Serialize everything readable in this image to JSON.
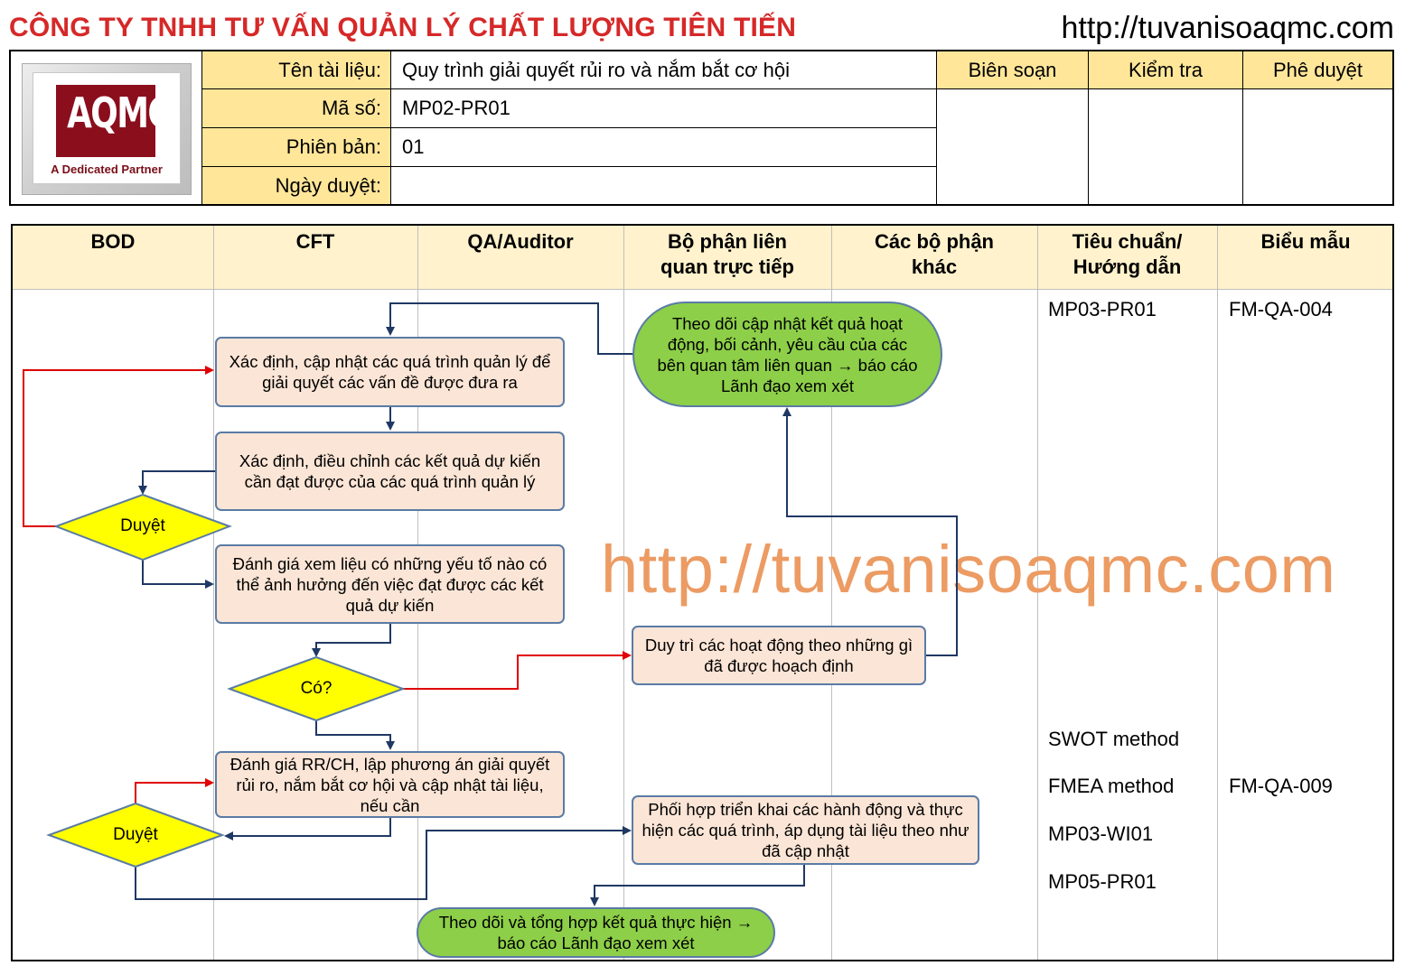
{
  "header": {
    "company_name": "CÔNG TY TNHH TƯ VẤN QUẢN LÝ CHẤT LƯỢNG TIÊN TIẾN",
    "website": "http://tuvanisoaqmc.com",
    "logo_text": "AQMC",
    "logo_tagline": "A Dedicated Partner"
  },
  "doc_info": {
    "title_label": "Tên tài liệu:",
    "title_value": "Quy trình giải quyết rủi ro và nắm bắt cơ hội",
    "code_label": "Mã số:",
    "code_value": "MP02-PR01",
    "version_label": "Phiên bản:",
    "version_value": "01",
    "date_label": "Ngày duyệt:",
    "date_value": ""
  },
  "signoff": {
    "prepared": "Biên soạn",
    "checked": "Kiểm tra",
    "approved": "Phê duyệt"
  },
  "lanes": {
    "bod": "BOD",
    "cft": "CFT",
    "qa": "QA/Auditor",
    "direct_line1": "Bộ phận liên",
    "direct_line2": "quan trực tiếp",
    "other_line1": "Các bộ phận",
    "other_line2": "khác",
    "standard_line1": "Tiêu chuẩn/",
    "standard_line2": "Hướng dẫn",
    "forms": "Biểu mẫu"
  },
  "flow": {
    "monitor_update": "Theo dõi cập nhật kết quả hoạt động, bối cảnh, yêu cầu của các bên quan tâm liên quan → báo cáo Lãnh đạo xem xét",
    "define_processes": "Xác định, cập nhật các quá trình quản lý để giải quyết các vấn đề được đưa ra",
    "define_results": "Xác định, điều chỉnh các kết quả dự kiến cần đạt được của các quá trình quản lý",
    "approve_1": "Duyệt",
    "evaluate_factors": "Đánh giá xem liệu có những yếu tố nào có thể ảnh hưởng đến việc đạt được các kết quả dự kiến",
    "decision_yes": "Có?",
    "maintain": "Duy trì các hoạt động theo những gì đã được hoạch định",
    "assess_risk": "Đánh giá RR/CH, lập phương án giải quyết rủi ro, nắm bắt cơ hội và cập nhật tài liệu, nếu cần",
    "approve_2": "Duyệt",
    "coordinate": "Phối hợp triển khai các hành động và thực hiện các quá trình, áp dụng tài liệu theo như đã cập nhật",
    "monitor_summary": "Theo dõi và tổng hợp kết quả thực hiện → báo cáo Lãnh đạo xem xét"
  },
  "references": {
    "std_1": "MP03-PR01",
    "form_1": "FM-QA-004",
    "std_2": "SWOT method",
    "std_3": "FMEA method",
    "form_2": "FM-QA-009",
    "std_4": "MP03-WI01",
    "std_5": "MP05-PR01"
  },
  "watermark": "http://tuvanisoaqmc.com",
  "colors": {
    "company_red": "#d62828",
    "header_fill": "#ffe699",
    "lane_header_fill": "#fff2cc",
    "process_fill": "#fbe5d6",
    "terminal_fill": "#8dcf48",
    "decision_fill": "#ffff00",
    "flow_navy": "#1f3864",
    "flow_red": "#e00000",
    "watermark": "#ec9b63"
  }
}
